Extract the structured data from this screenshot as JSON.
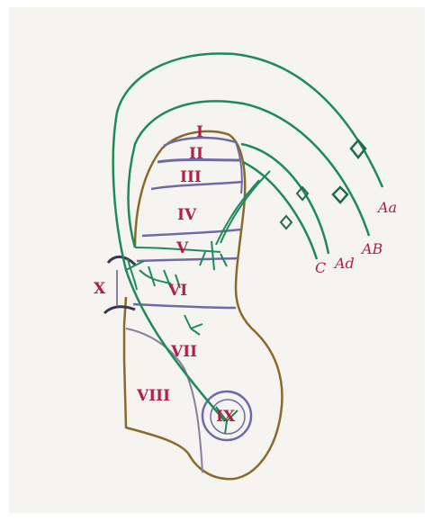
{
  "diagram": {
    "laminae": [
      {
        "id": "I",
        "label": "I"
      },
      {
        "id": "II",
        "label": "II"
      },
      {
        "id": "III",
        "label": "III"
      },
      {
        "id": "IV",
        "label": "IV"
      },
      {
        "id": "V",
        "label": "V"
      },
      {
        "id": "VI",
        "label": "VI"
      },
      {
        "id": "VII",
        "label": "VII"
      },
      {
        "id": "VIII",
        "label": "VIII"
      },
      {
        "id": "IX",
        "label": "IX"
      },
      {
        "id": "X",
        "label": "X"
      }
    ],
    "fibers": [
      {
        "id": "Aa",
        "label": "Aa"
      },
      {
        "id": "AB",
        "label": "AB"
      },
      {
        "id": "Ad",
        "label": "Ad"
      },
      {
        "id": "C",
        "label": "C"
      }
    ],
    "colors": {
      "outline": "#8a6a2a",
      "lamina_boundary": "#6f6aa6",
      "fiber": "#1e8a5a",
      "label": "#b0204a",
      "canal": "#3a3550"
    }
  }
}
